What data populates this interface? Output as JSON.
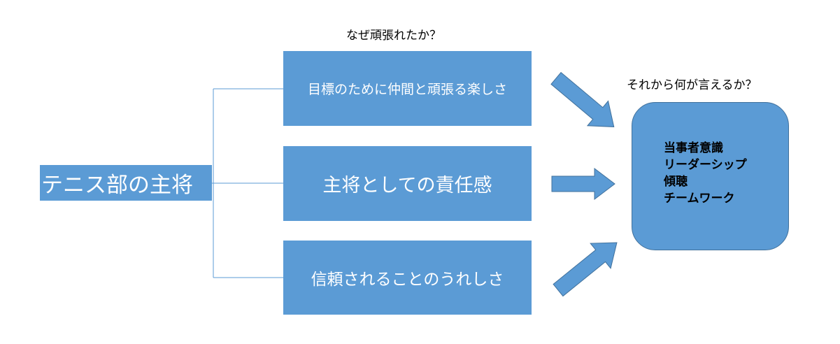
{
  "question_why": "なぜ頑張れたか？",
  "question_what": "それから何が言えるか？",
  "root": {
    "label": "テニス部の主将"
  },
  "reasons": [
    {
      "label": "目標のために仲間と頑張る楽しさ"
    },
    {
      "label": "主将としての責任感"
    },
    {
      "label": "信頼されることのうれしさ"
    }
  ],
  "result": {
    "items": [
      "当事者意識",
      "リーダーシップ",
      "傾聴",
      "チームワーク"
    ]
  },
  "colors": {
    "box_fill": "#5b9bd5",
    "line": "#5b9bd5",
    "arrow_stroke": "#41719c",
    "text_on_box": "#ffffff",
    "text": "#000000"
  }
}
